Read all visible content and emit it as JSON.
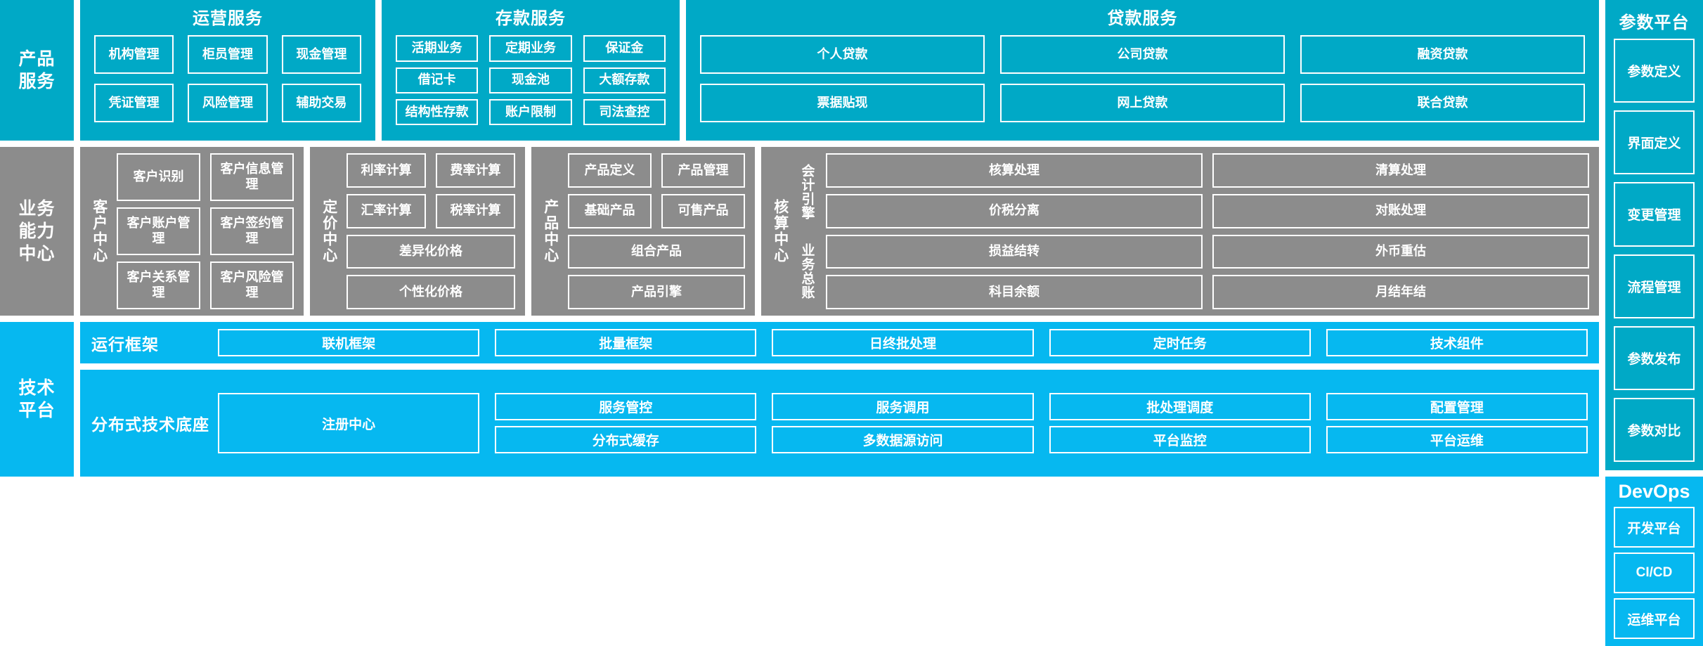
{
  "colors": {
    "teal": "#00a9c6",
    "grey": "#8c8c8c",
    "cyan": "#06b8f0",
    "border": "#ffffff",
    "text": "#ffffff"
  },
  "layers": {
    "product_service": {
      "rail_label": "产品\n服务",
      "rail_line1": "产品",
      "rail_line2": "服务",
      "panels": [
        {
          "title": "运营服务",
          "tiles": [
            "机构管理",
            "柜员管理",
            "现金管理",
            "凭证管理",
            "风险管理",
            "辅助交易"
          ]
        },
        {
          "title": "存款服务",
          "tiles": [
            "活期业务",
            "定期业务",
            "保证金",
            "借记卡",
            "现金池",
            "大额存款",
            "结构性存款",
            "账户限制",
            "司法查控"
          ]
        },
        {
          "title": "贷款服务",
          "tiles": [
            "个人贷款",
            "公司贷款",
            "融资贷款",
            "票据贴现",
            "网上贷款",
            "联合贷款"
          ]
        }
      ]
    },
    "business_capability": {
      "rail_line1": "业务",
      "rail_line2": "能力",
      "rail_line3": "中心",
      "centers": [
        {
          "vertical_label": "客户中心",
          "tiles": [
            "客户识别",
            "客户信息管理",
            "客户账户管理",
            "客户签约管理",
            "客户关系管理",
            "客户风险管理"
          ]
        },
        {
          "vertical_label": "定价中心",
          "tiles": [
            "利率计算",
            "费率计算",
            "汇率计算",
            "税率计算",
            "差异化价格",
            "个性化价格"
          ]
        },
        {
          "vertical_label": "产品中心",
          "tiles": [
            "产品定义",
            "产品管理",
            "基础产品",
            "可售产品",
            "组合产品",
            "产品引擎"
          ]
        },
        {
          "vertical_label": "核算中心",
          "sub_label_1": "会计引擎",
          "sub_label_2": "业务总账",
          "tiles": [
            "核算处理",
            "清算处理",
            "价税分离",
            "对账处理",
            "损益结转",
            "外币重估",
            "科目余额",
            "月结年结"
          ]
        }
      ]
    },
    "technology_platform": {
      "rail_line1": "技术",
      "rail_line2": "平台",
      "run_framework": {
        "label": "运行框架",
        "tiles": [
          "联机框架",
          "批量框架",
          "日终批处理",
          "定时任务",
          "技术组件"
        ]
      },
      "distributed_base": {
        "label": "分布式技术底座",
        "registry_tile": "注册中心",
        "tiles_row1": [
          "服务管控",
          "服务调用",
          "批处理调度",
          "配置管理"
        ],
        "tiles_row2": [
          "分布式缓存",
          "多数据源访问",
          "平台监控",
          "平台运维"
        ]
      }
    }
  },
  "right_column": {
    "parameter_platform": {
      "title": "参数平台",
      "items": [
        "参数定义",
        "界面定义",
        "变更管理",
        "流程管理",
        "参数发布",
        "参数对比"
      ]
    },
    "devops": {
      "title": "DevOps",
      "items": [
        "开发平台",
        "CI/CD",
        "运维平台"
      ]
    }
  }
}
